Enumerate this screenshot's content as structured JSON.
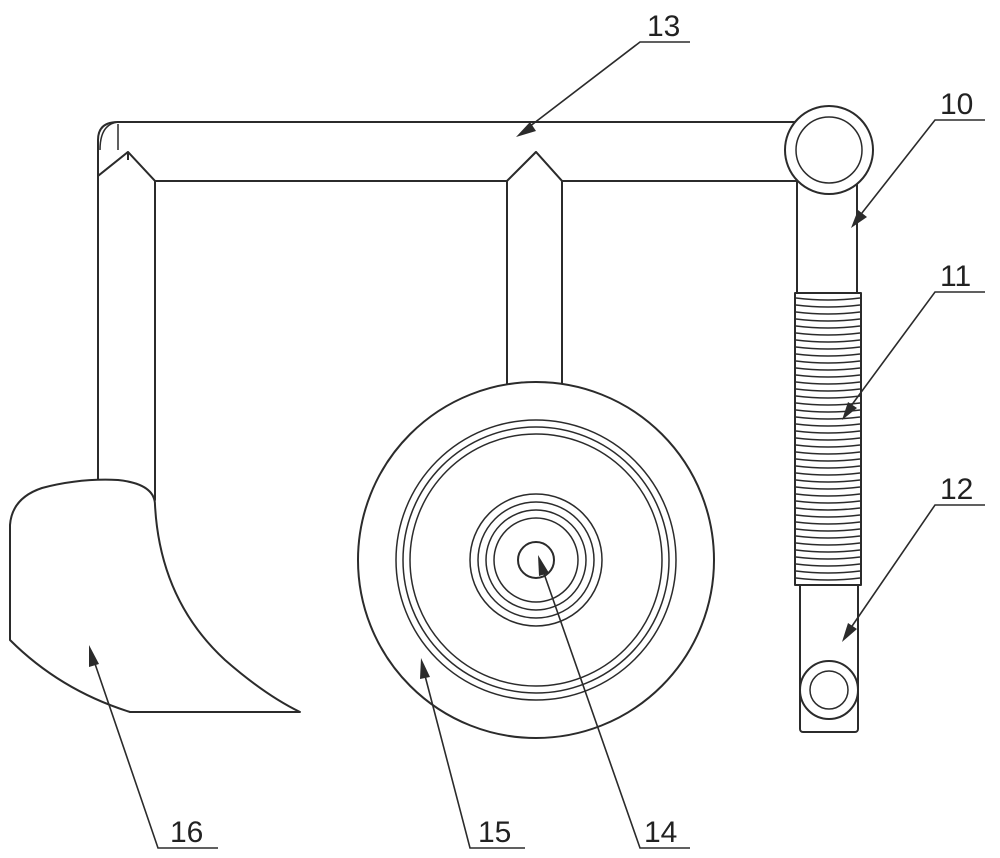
{
  "labels": {
    "frame": "13",
    "upper_rod": "10",
    "spring": "11",
    "lower_rod": "12",
    "axle": "14",
    "wheel": "15",
    "plough_share": "16"
  },
  "colors": {
    "stroke": "#2b2b2b",
    "background": "#ffffff"
  }
}
